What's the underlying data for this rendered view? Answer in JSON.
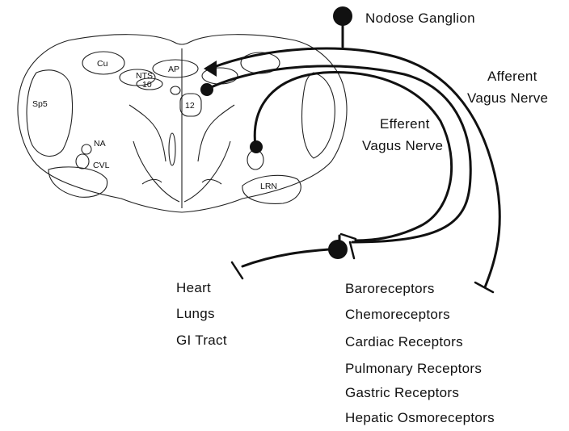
{
  "ganglion": {
    "label": "Nodose Ganglion"
  },
  "nerves": {
    "afferent": {
      "line1": "Afferent",
      "line2": "Vagus Nerve"
    },
    "efferent": {
      "line1": "Efferent",
      "line2": "Vagus Nerve"
    }
  },
  "brainstem": {
    "regions": {
      "cu": "Cu",
      "nts": "NTS",
      "ap": "AP",
      "dmv": "10",
      "hypoglossal": "12",
      "sp5": "Sp5",
      "na": "NA",
      "cvl": "CVL",
      "lrn": "LRN"
    }
  },
  "targets": {
    "organs": [
      "Heart",
      "Lungs",
      "GI Tract"
    ],
    "receptors": [
      "Baroreceptors",
      "Chemoreceptors",
      "Cardiac Receptors",
      "Pulmonary Receptors",
      "Gastric Receptors",
      "Hepatic Osmoreceptors"
    ]
  }
}
